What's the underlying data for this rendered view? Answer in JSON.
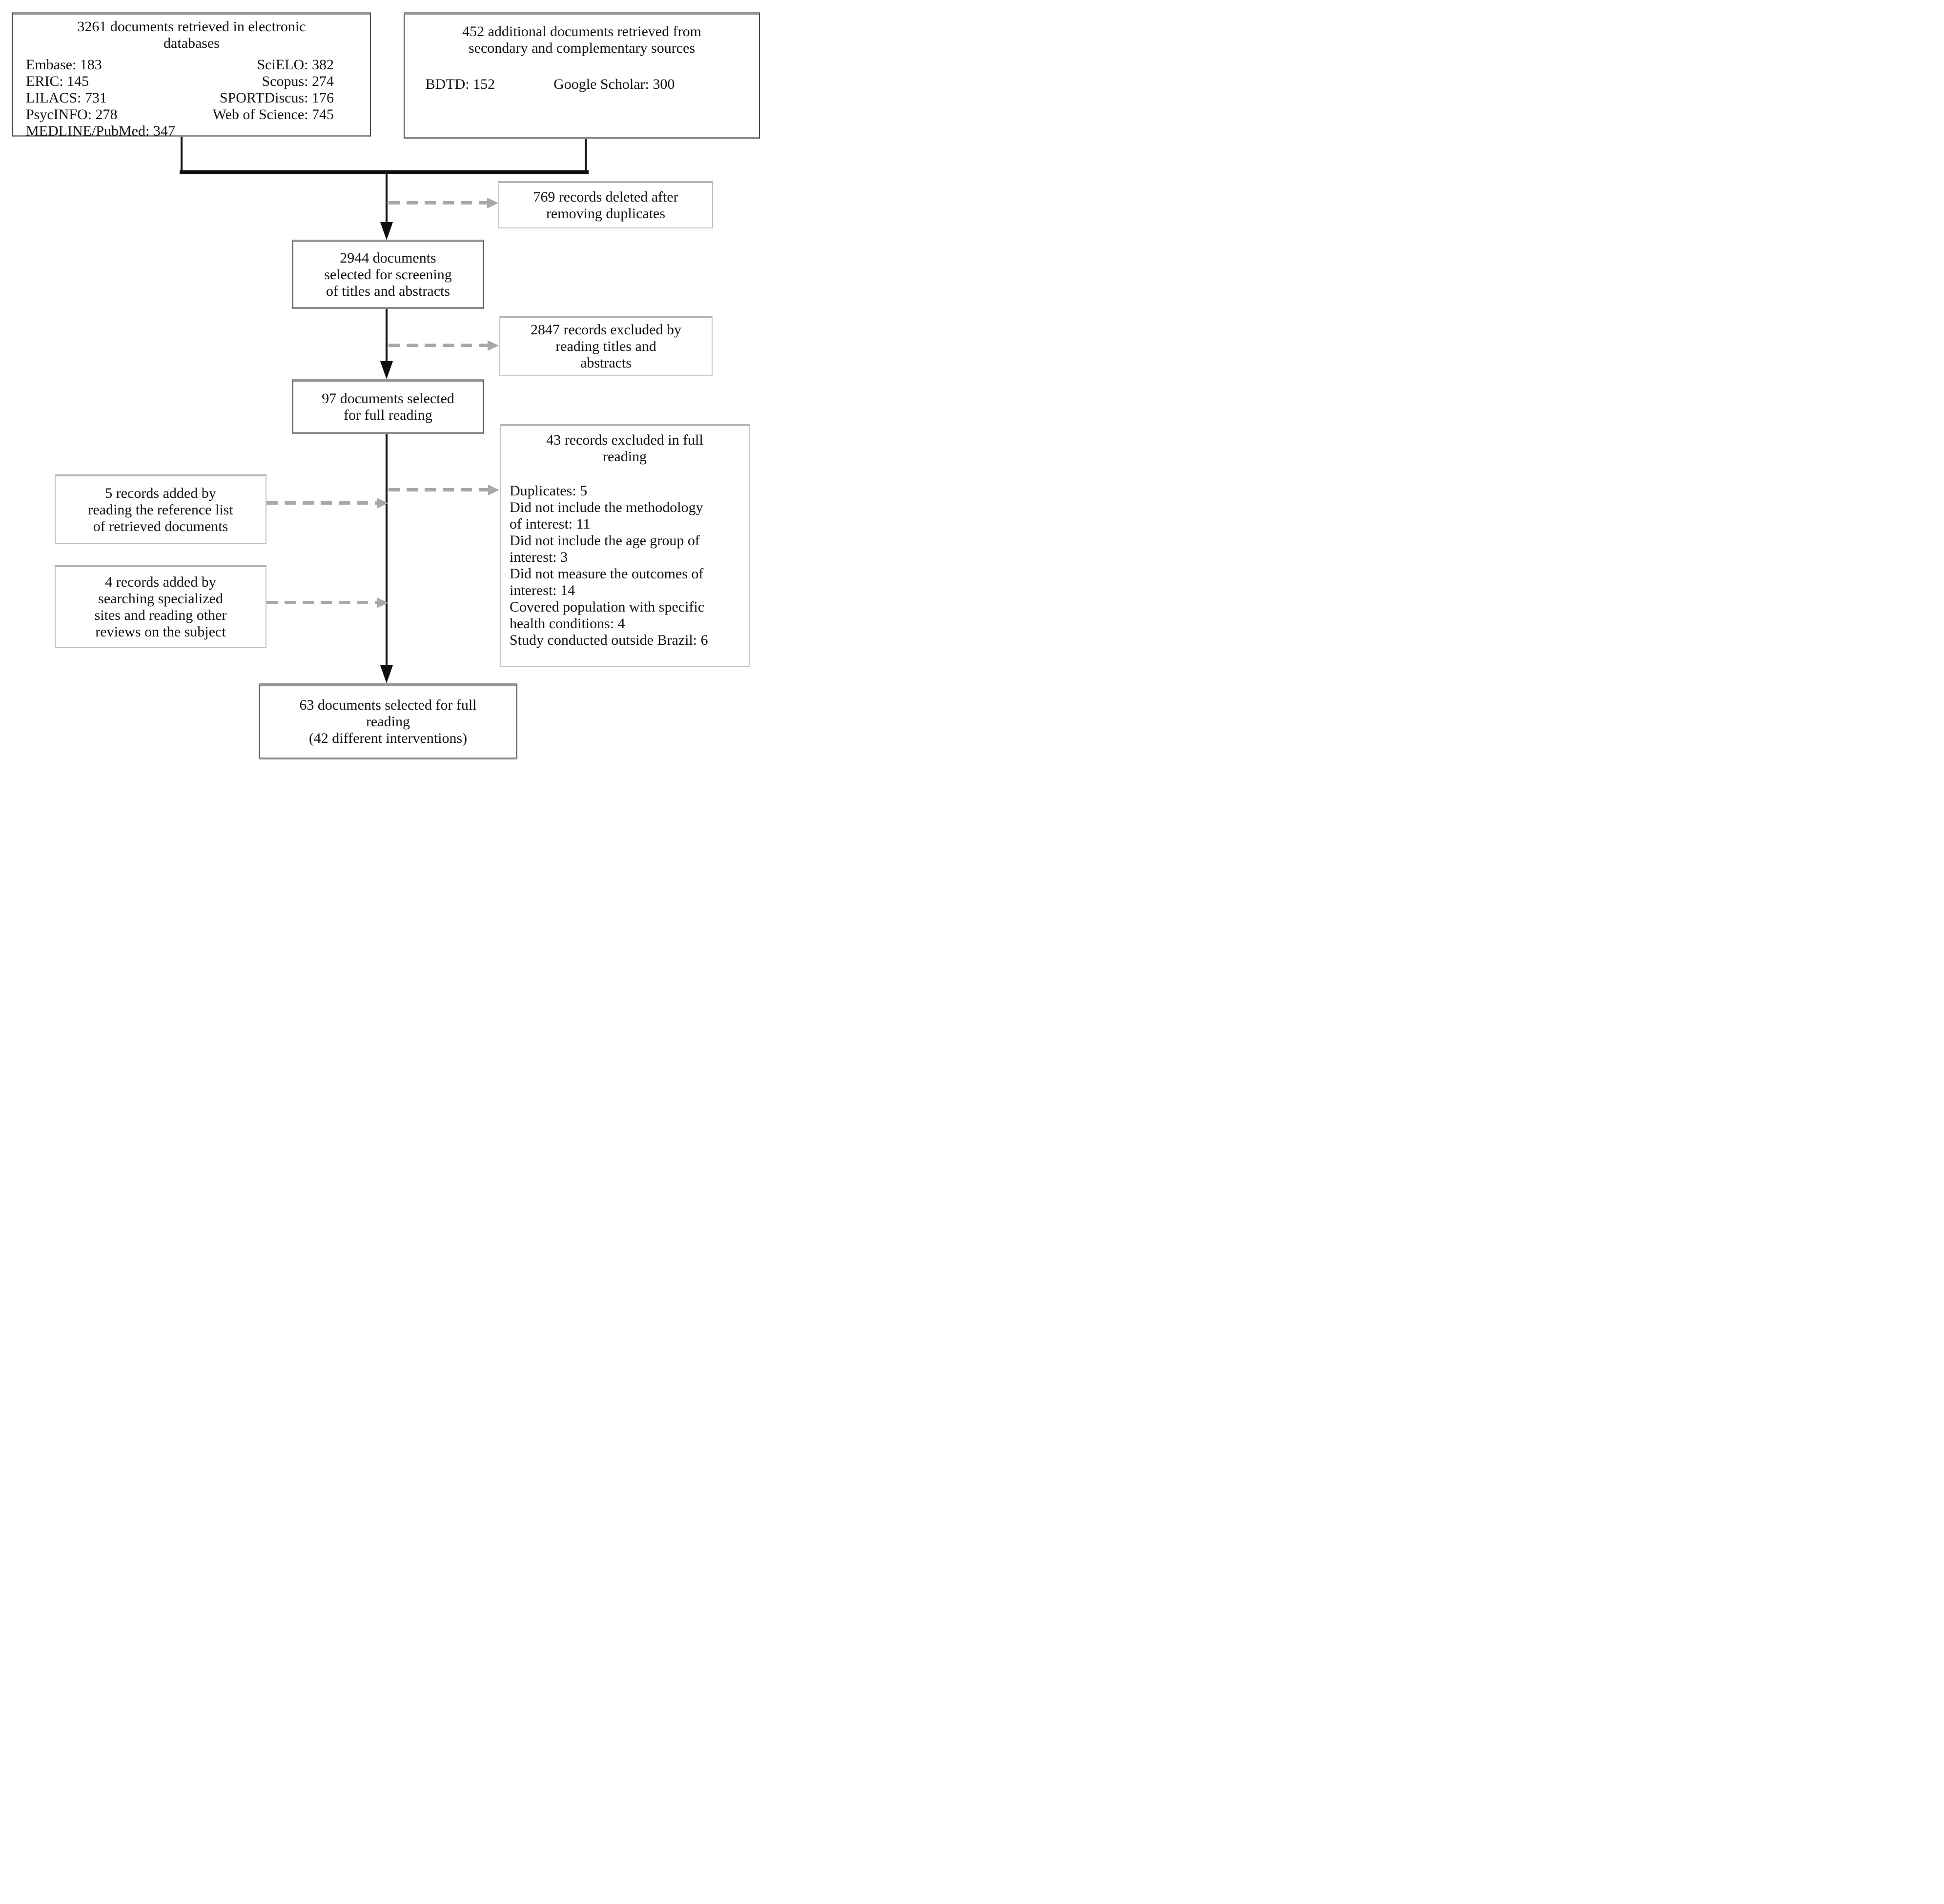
{
  "colors": {
    "background": "#ffffff",
    "text": "#141414",
    "box_border_dark": "#4a4a4a",
    "box_border_light": "#c2c2c2",
    "box_top_shade": "#969696",
    "arrow_solid": "#0f0f0f",
    "arrow_dashed": "#a8a8a8"
  },
  "flowchart": {
    "sources": {
      "databases": {
        "title": "3261 documents retrieved in electronic\ndatabases",
        "left_column": [
          "Embase: 183",
          "ERIC: 145",
          "LILACS: 731",
          "PsycINFO: 278",
          "MEDLINE/PubMed: 347"
        ],
        "right_column": [
          "SciELO: 382",
          "Scopus: 274",
          "SPORTDiscus: 176",
          "Web of Science: 745"
        ]
      },
      "secondary": {
        "title": "452 additional documents retrieved from\nsecondary and complementary sources",
        "items": [
          "BDTD: 152",
          "Google Scholar: 300"
        ]
      }
    },
    "steps": {
      "screening": {
        "text": "2944 documents\nselected for screening\nof titles and abstracts"
      },
      "full_reading": {
        "text": "97 documents selected\nfor full reading"
      },
      "final": {
        "text": "63 documents selected for full\nreading\n(42 different interventions)"
      }
    },
    "side_notes": {
      "duplicates_removed": {
        "text": "769 records deleted after\nremoving duplicates"
      },
      "excluded_titles": {
        "text": "2847 records excluded by\nreading titles and\nabstracts"
      },
      "excluded_full": {
        "title": "43 records excluded in full\nreading",
        "reasons": [
          "Duplicates: 5",
          "Did not include the methodology\nof interest: 11",
          "Did not include the age group of\ninterest: 3",
          "Did not measure the outcomes of\ninterest: 14",
          "Covered population with specific\nhealth conditions: 4",
          "Study conducted outside Brazil: 6"
        ]
      },
      "added_references": {
        "text": "5 records added by\nreading the reference list\nof retrieved documents"
      },
      "added_specialized": {
        "text": "4 records added by\nsearching specialized\nsites and reading other\nreviews on the subject"
      }
    }
  }
}
